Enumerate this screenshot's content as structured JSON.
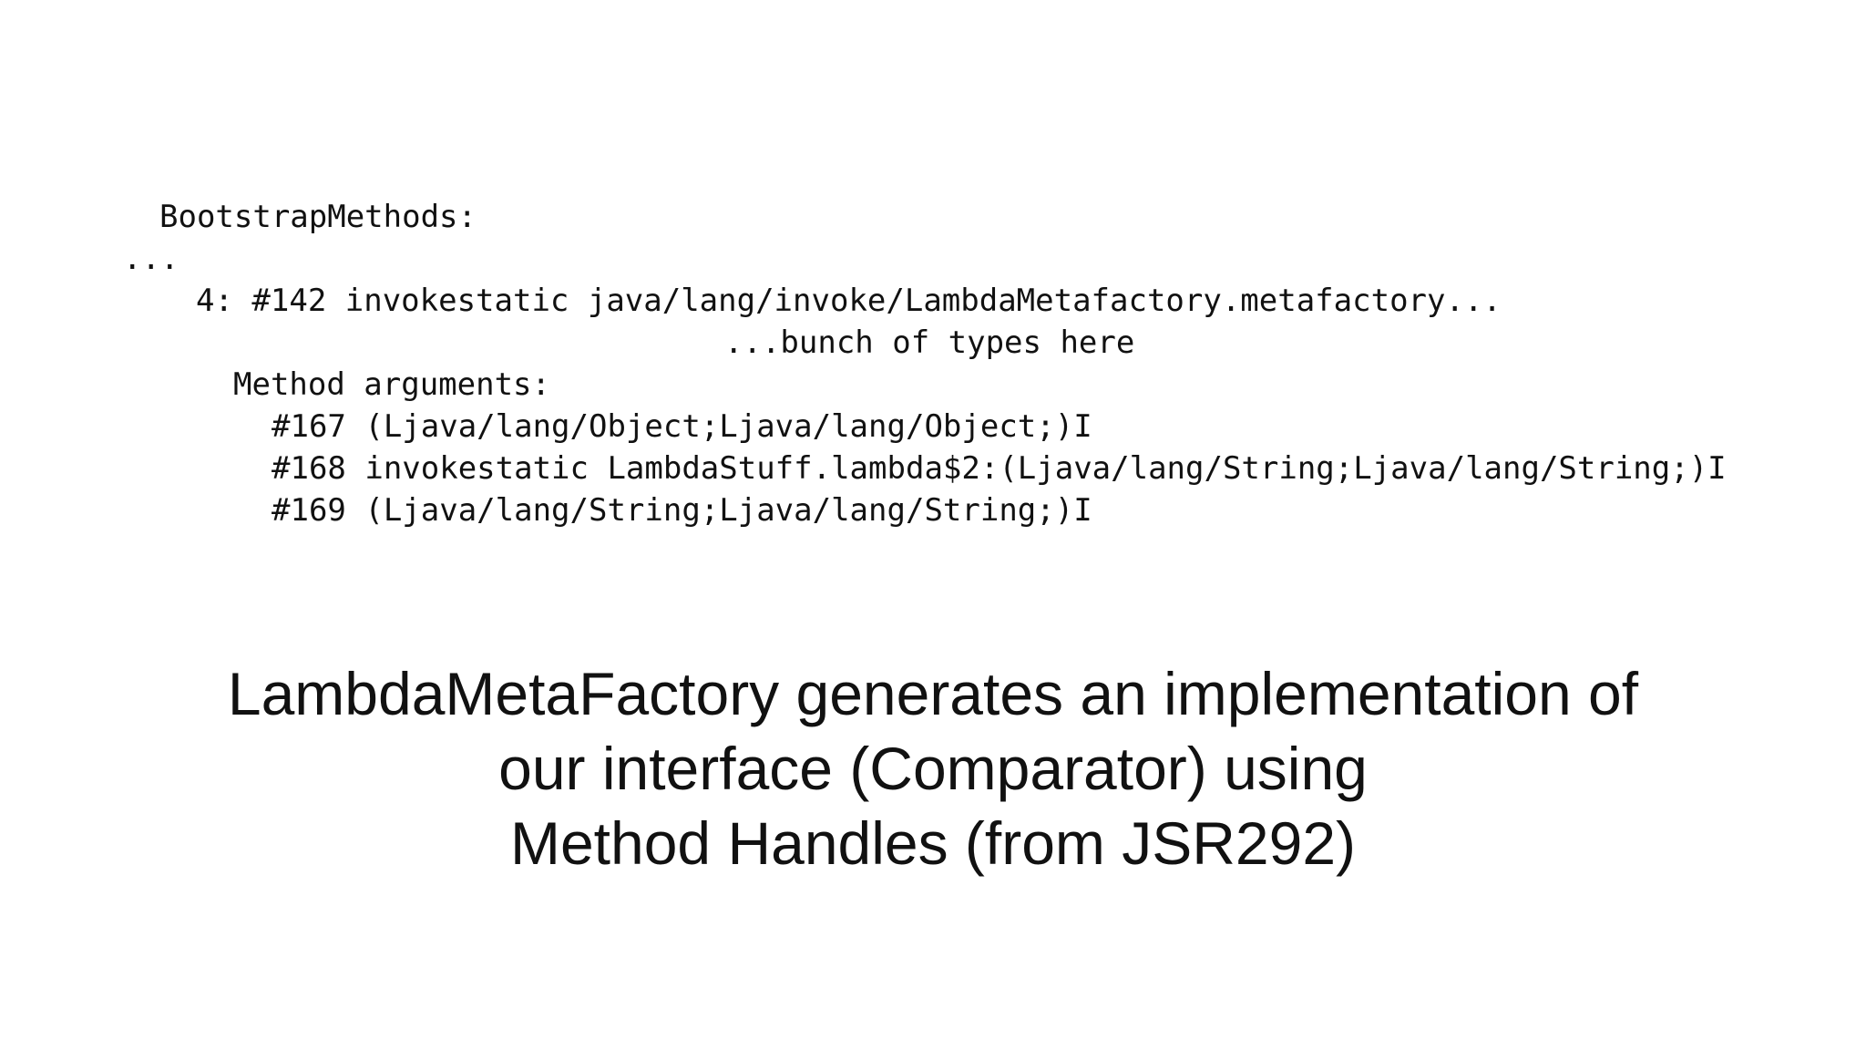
{
  "code": {
    "lines": [
      "BootstrapMethods:",
      "...",
      "4: #142 invokestatic java/lang/invoke/LambdaMetafactory.metafactory...",
      "...bunch of types here",
      "Method arguments:",
      "#167 (Ljava/lang/Object;Ljava/lang/Object;)I",
      "#168 invokestatic LambdaStuff.lambda$2:(Ljava/lang/String;Ljava/lang/String;)I",
      "#169 (Ljava/lang/String;Ljava/lang/String;)I"
    ]
  },
  "caption": {
    "lines": [
      "LambdaMetaFactory generates an implementation of",
      "our interface (Comparator) using",
      "Method Handles (from JSR292)"
    ]
  },
  "colors": {
    "background": "#ffffff",
    "text": "#111111"
  }
}
